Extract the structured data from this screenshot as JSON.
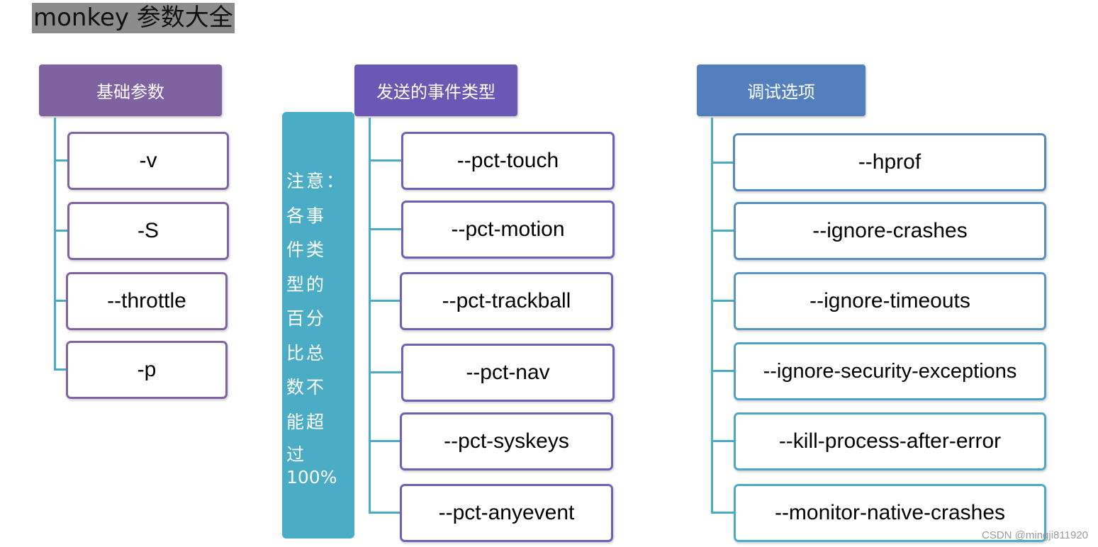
{
  "title": "monkey 参数大全",
  "basic": {
    "header": "基础参数",
    "items": [
      "-v",
      "-S",
      "--throttle",
      "-p"
    ]
  },
  "events": {
    "header": "发送的事件类型",
    "items": [
      "--pct-touch",
      "--pct-motion",
      "--pct-trackball",
      "--pct-nav",
      "--pct-syskeys",
      "--pct-anyevent"
    ]
  },
  "note": {
    "lines": [
      "注意：",
      "各事",
      "件类",
      "型的",
      "百分",
      "比总",
      "数不",
      "能超",
      "过",
      "100%"
    ]
  },
  "debug": {
    "header": "调试选项",
    "items": [
      "--hprof",
      "--ignore-crashes",
      "--ignore-timeouts",
      "--ignore-security-exceptions",
      "--kill-process-after-error",
      "--monitor-native-crashes"
    ]
  },
  "watermark": "CSDN @mingji811920",
  "colors": {
    "basic_header": "#8062a1",
    "events_header": "#6a59b4",
    "debug_header": "#5380bd",
    "note_bg": "#4bacc6",
    "connector": "#4bacc6"
  }
}
